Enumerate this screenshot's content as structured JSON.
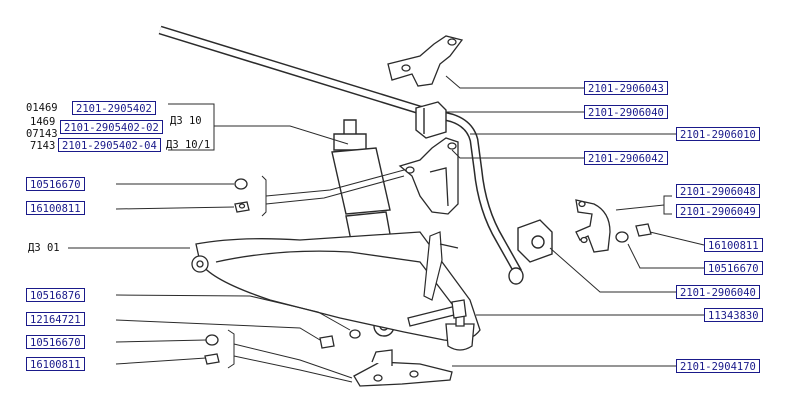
{
  "colors": {
    "line": "#2b2b2b",
    "label_text": "#1a1a8a",
    "label_border": "#1a1a8a",
    "background": "#ffffff"
  },
  "codes": {
    "c01469": "01469",
    "c1469": "1469",
    "c07143": "07143",
    "c7143": "7143",
    "dz10": "ДЗ 10",
    "dz10_1": "ДЗ 10/1",
    "dz01": "ДЗ 01"
  },
  "labels": {
    "l_2905402": "2101-2905402",
    "l_2905402_02": "2101-2905402-02",
    "l_2905402_04": "2101-2905402-04",
    "l_10516670_a": "10516670",
    "l_16100811_a": "16100811",
    "l_10516876": "10516876",
    "l_12164721": "12164721",
    "l_10516670_b": "10516670",
    "l_16100811_b": "16100811",
    "l_2906043": "2101-2906043",
    "l_2906040_a": "2101-2906040",
    "l_2906010": "2101-2906010",
    "l_2906042": "2101-2906042",
    "l_2906048": "2101-2906048",
    "l_2906049": "2101-2906049",
    "l_16100811_c": "16100811",
    "l_10516670_c": "10516670",
    "l_2906040_b": "2101-2906040",
    "l_11343830": "11343830",
    "l_2904170": "2101-2904170"
  }
}
